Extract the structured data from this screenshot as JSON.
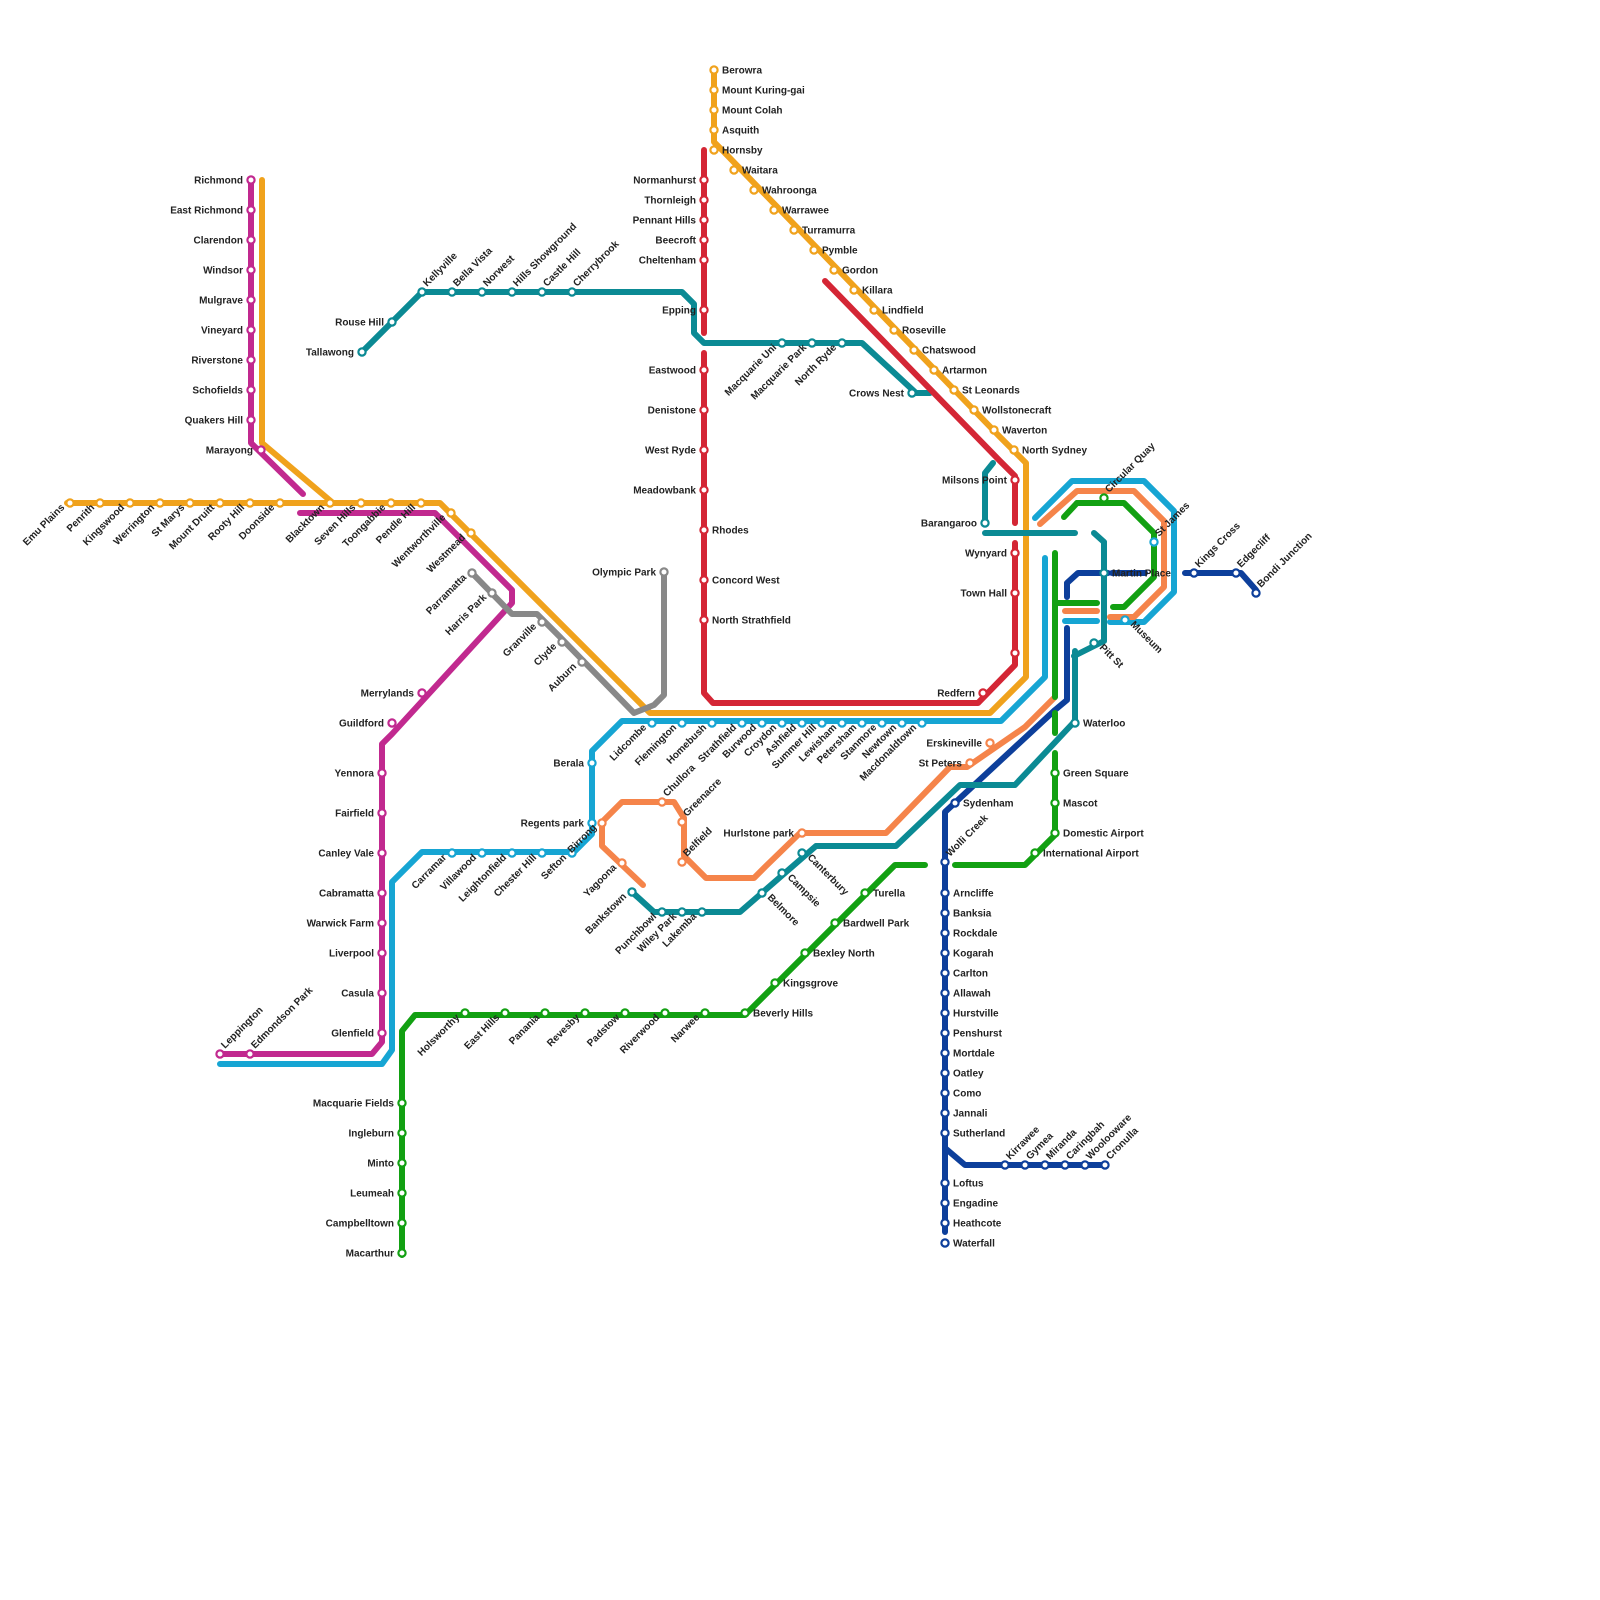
{
  "lines": [
    {
      "id": "T1",
      "color": "#f0a21c"
    },
    {
      "id": "T2",
      "color": "#16a5d3"
    },
    {
      "id": "T3",
      "color": "#f5844a"
    },
    {
      "id": "T4",
      "color": "#0d3f9b"
    },
    {
      "id": "T5",
      "color": "#c1298f"
    },
    {
      "id": "T6",
      "color": "#888888"
    },
    {
      "id": "T7",
      "color": "#0b8a94"
    },
    {
      "id": "T8",
      "color": "#12a012"
    },
    {
      "id": "T9",
      "color": "#d42635"
    }
  ],
  "stations": {
    "berowra": "Berowra",
    "mount_kuring_gai": "Mount Kuring-gai",
    "mount_colah": "Mount Colah",
    "asquith": "Asquith",
    "hornsby": "Hornsby",
    "waitara": "Waitara",
    "wahroonga": "Wahroonga",
    "warrawee": "Warrawee",
    "turramurra": "Turramurra",
    "pymble": "Pymble",
    "gordon": "Gordon",
    "killara": "Killara",
    "lindfield": "Lindfield",
    "roseville": "Roseville",
    "chatswood": "Chatswood",
    "artarmon": "Artarmon",
    "st_leonards": "St Leonards",
    "wollstonecraft": "Wollstonecraft",
    "waverton": "Waverton",
    "north_sydney": "North Sydney",
    "milsons_point": "Milsons Point",
    "wynyard": "Wynyard",
    "town_hall": "Town Hall",
    "central": "",
    "circular_quay": "Circular Quay",
    "st_james": "St James",
    "museum": "Museum",
    "martin_place": "Martin Place",
    "kings_cross": "Kings Cross",
    "edgecliff": "Edgecliff",
    "bondi_junction": "Bondi Junction",
    "barangaroo": "Barangaroo",
    "normanhurst": "Normanhurst",
    "thornleigh": "Thornleigh",
    "pennant_hills": "Pennant Hills",
    "beecroft": "Beecroft",
    "cheltenham": "Cheltenham",
    "epping": "Epping",
    "eastwood": "Eastwood",
    "denistone": "Denistone",
    "west_ryde": "West Ryde",
    "meadowbank": "Meadowbank",
    "rhodes": "Rhodes",
    "concord_west": "Concord West",
    "north_strathfield": "North Strathfield",
    "redfern": "Redfern",
    "tallawong": "Tallawong",
    "rouse_hill": "Rouse Hill",
    "kellyville": "Kellyville",
    "bella_vista": "Bella Vista",
    "norwest": "Norwest",
    "hills_showground": "Hills Showground",
    "castle_hill": "Castle Hill",
    "cherrybrook": "Cherrybrook",
    "macquarie_uni": "Macquarie Uni",
    "macquarie_park": "Macquarie Park",
    "north_ryde": "North Ryde",
    "crows_nest": "Crows Nest",
    "pitt_st": "Pitt St",
    "waterloo": "Waterloo",
    "sydenham": "Sydenham",
    "richmond": "Richmond",
    "east_richmond": "East Richmond",
    "clarendon": "Clarendon",
    "windsor": "Windsor",
    "mulgrave": "Mulgrave",
    "vineyard": "Vineyard",
    "riverstone": "Riverstone",
    "schofields": "Schofields",
    "quakers_hill": "Quakers Hill",
    "marayong": "Marayong",
    "emu_plains": "Emu Plains",
    "penrith": "Penrith",
    "kingswood": "Kingswood",
    "werrington": "Werrington",
    "st_marys": "St Marys",
    "mount_druitt": "Mount Druitt",
    "rooty_hill": "Rooty Hill",
    "doonside": "Doonside",
    "blacktown": "Blacktown",
    "seven_hills": "Seven Hills",
    "toongabbie": "Toongabbie",
    "pendle_hill": "Pendle Hill",
    "wentworthville": "Wentworthville",
    "westmead": "Westmead",
    "parramatta": "Parramatta",
    "harris_park": "Harris Park",
    "granville": "Granville",
    "clyde": "Clyde",
    "auburn": "Auburn",
    "olympic_park": "Olympic Park",
    "lidcombe": "Lidcombe",
    "flemington": "Flemington",
    "homebush": "Homebush",
    "strathfield": "Strathfield",
    "burwood": "Burwood",
    "croydon": "Croydon",
    "ashfield": "Ashfield",
    "summer_hill": "Summer Hill",
    "lewisham": "Lewisham",
    "petersham": "Petersham",
    "stanmore": "Stanmore",
    "newtown": "Newtown",
    "macdonaldtown": "Macdonaldtown",
    "erskineville": "Erskineville",
    "st_peters": "St Peters",
    "merrylands": "Merrylands",
    "guildford": "Guildford",
    "yennora": "Yennora",
    "fairfield": "Fairfield",
    "canley_vale": "Canley Vale",
    "cabramatta": "Cabramatta",
    "warwick_farm": "Warwick Farm",
    "liverpool": "Liverpool",
    "casula": "Casula",
    "glenfield": "Glenfield",
    "leppington": "Leppington",
    "edmondson_park": "Edmondson Park",
    "berala": "Berala",
    "regents_park": "Regents park",
    "sefton": "Sefton",
    "chester_hill": "Chester Hill",
    "leightonfield": "Leightonfield",
    "villawood": "Villawood",
    "carramar": "Carramar",
    "birrong": "Birrong",
    "yagoona": "Yagoona",
    "bankstown": "Bankstown",
    "punchbowl": "Punchbowl",
    "wiley_park": "Wiley Park",
    "lakemba": "Lakemba",
    "belmore": "Belmore",
    "campsie": "Campsie",
    "canterbury": "Canterbury",
    "hurlstone_park": "Hurlstone park",
    "chullora": "Chullora",
    "greenacre": "Greenacre",
    "belfield": "Belfield",
    "wolli_creek": "Wolli Creek",
    "arncliffe": "Arncliffe",
    "banksia": "Banksia",
    "rockdale": "Rockdale",
    "kogarah": "Kogarah",
    "carlton": "Carlton",
    "allawah": "Allawah",
    "hurstville": "Hurstville",
    "penshurst": "Penshurst",
    "mortdale": "Mortdale",
    "oatley": "Oatley",
    "como": "Como",
    "jannali": "Jannali",
    "sutherland": "Sutherland",
    "loftus": "Loftus",
    "engadine": "Engadine",
    "heathcote": "Heathcote",
    "waterfall": "Waterfall",
    "kirrawee": "Kirrawee",
    "gymea": "Gymea",
    "miranda": "Miranda",
    "caringbah": "Caringbah",
    "woolooware": "Woolooware",
    "cronulla": "Cronulla",
    "green_square": "Green Square",
    "mascot": "Mascot",
    "domestic_airport": "Domestic Airport",
    "international_airport": "International Airport",
    "turella": "Turella",
    "bardwell_park": "Bardwell Park",
    "bexley_north": "Bexley North",
    "kingsgrove": "Kingsgrove",
    "beverly_hills": "Beverly Hills",
    "narwee": "Narwee",
    "riverwood": "Riverwood",
    "padstow": "Padstow",
    "revesby": "Revesby",
    "panania": "Panania",
    "east_hills": "East Hills",
    "holsworthy": "Holsworthy",
    "macquarie_fields": "Macquarie Fields",
    "ingleburn": "Ingleburn",
    "minto": "Minto",
    "leumeah": "Leumeah",
    "campbelltown": "Campbelltown",
    "macarthur": "Macarthur"
  }
}
